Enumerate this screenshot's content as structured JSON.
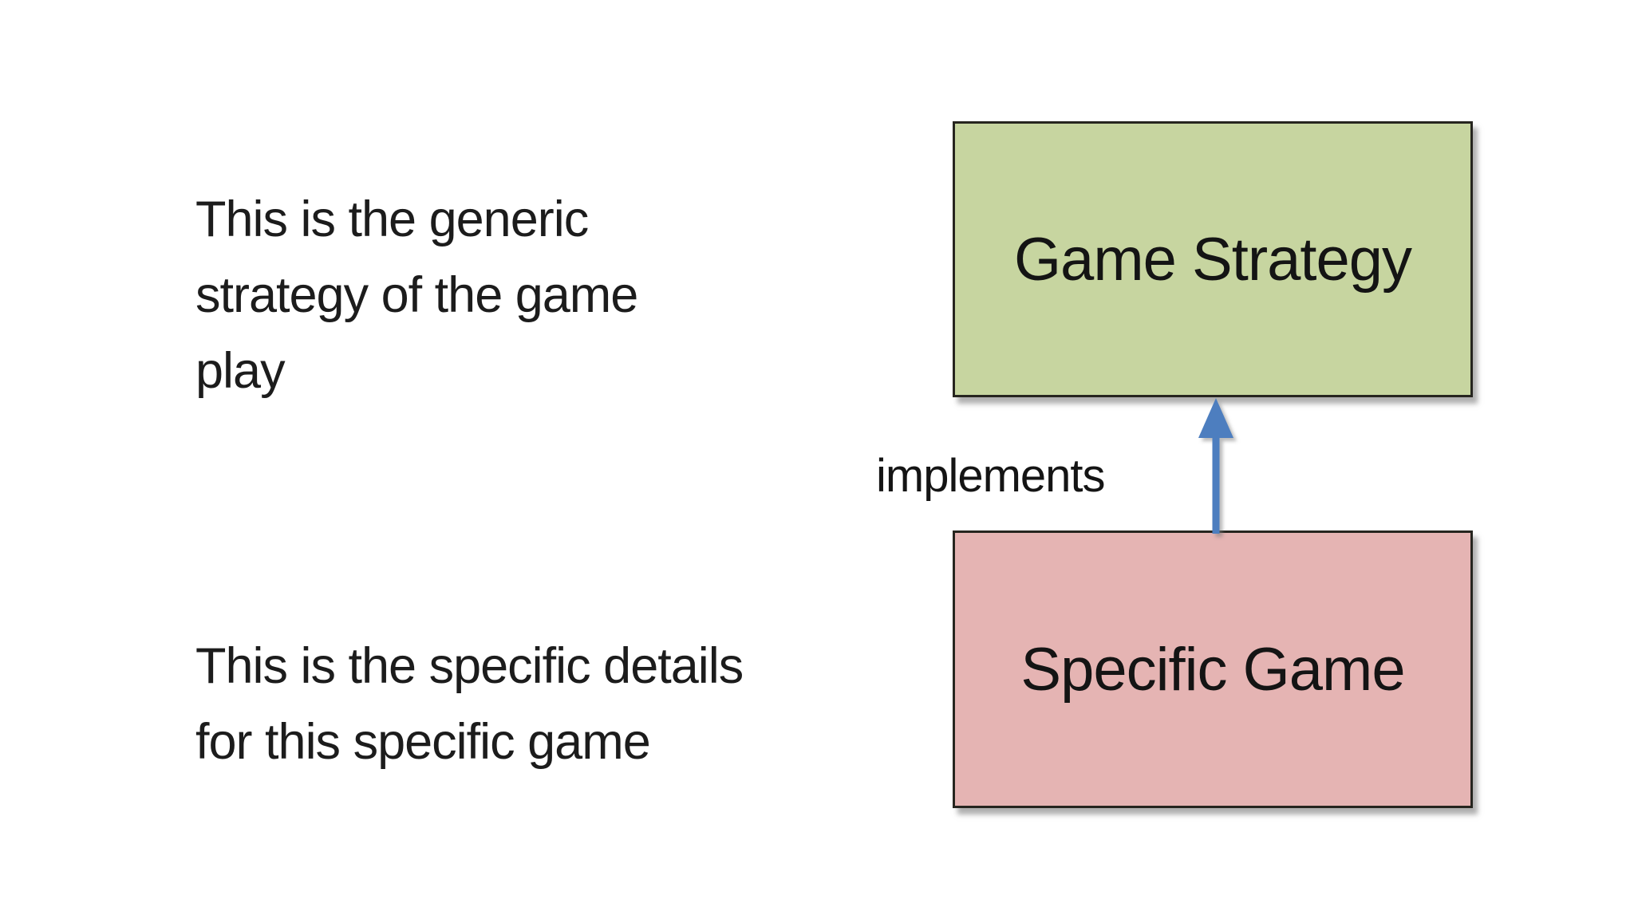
{
  "slide": {
    "background": "#ffffff",
    "text_color": "#1c1c1c"
  },
  "notes": {
    "generic": {
      "full_text": "This is the generic strategy of the game play",
      "lines": [
        "This is the generic",
        "strategy of the game",
        "play"
      ]
    },
    "specific": {
      "full_text": "This is the specific details for this specific game",
      "lines": [
        "This is the specific details",
        "for this specific game"
      ]
    }
  },
  "diagram": {
    "strategy_box": {
      "label": "Game Strategy",
      "fill": "#c7d5a0",
      "border": "#26251f"
    },
    "game_box": {
      "label": "Specific Game",
      "fill": "#e5b4b3",
      "border": "#26251f"
    },
    "edge": {
      "label": "implements",
      "arrow_color": "#4d7ebf",
      "from": "Specific Game",
      "to": "Game Strategy",
      "direction": "up"
    }
  }
}
